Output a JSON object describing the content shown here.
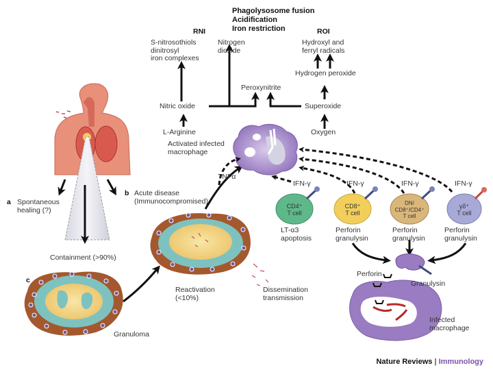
{
  "header": {
    "top_notes": [
      "Phagolysosome fusion",
      "Acidification",
      "Iron restriction"
    ],
    "rni_label": "RNI",
    "roi_label": "ROI"
  },
  "rni": {
    "products_1": [
      "S-nitrosothiols",
      "dinitrosyl",
      "iron complexes"
    ],
    "products_2": [
      "Nitrogen",
      "dioxide"
    ],
    "peroxynitrite": "Peroxynitrite",
    "nitric_oxide": "Nitric oxide",
    "l_arginine": "L-Arginine"
  },
  "roi": {
    "products": [
      "Hydroxyl and",
      "ferryl radicals"
    ],
    "hydrogen_peroxide": "Hydrogen peroxide",
    "superoxide": "Superoxide",
    "oxygen": "Oxygen"
  },
  "macrophage": {
    "label": [
      "Activated infected",
      "macrophage"
    ],
    "tnf": "TNFα"
  },
  "outcomes": {
    "a_letter": "a",
    "a_text": [
      "Spontaneous",
      "healing (?)"
    ],
    "b_letter": "b",
    "b_text": [
      "Acute disease",
      "(Immunocompromised)"
    ],
    "containment": "Containment (>90%)",
    "c_letter": "c",
    "granuloma": "Granuloma",
    "reactivation": [
      "Reactivation",
      "(<10%)"
    ],
    "dissemination": [
      "Dissemination",
      "transmission"
    ]
  },
  "t_cells": [
    {
      "ifn": "IFN-γ",
      "name": [
        "CD4⁺",
        "T cell"
      ],
      "effector": [
        "LT-α3",
        "apoptosis"
      ],
      "color": "#5fb88a"
    },
    {
      "ifn": "IFN-γ",
      "name": [
        "CD8⁺",
        "T cell"
      ],
      "effector": [
        "Perforin",
        "granulysin"
      ],
      "color": "#f2cf5b"
    },
    {
      "ifn": "IFN-γ",
      "name": [
        "DN/",
        "CD8⁺/CD4⁺",
        "T cell"
      ],
      "effector": [
        "Perforin",
        "granulysin"
      ],
      "color": "#d9b67a"
    },
    {
      "ifn": "IFN-γ",
      "name": [
        "γδ⁺",
        "T cell"
      ],
      "effector": [
        "Perforin",
        "granulysin"
      ],
      "color": "#a7a9d6"
    }
  ],
  "killing": {
    "perforin": "Perforin",
    "granulysin": "Granulysin",
    "infected_macrophage": [
      "Infected",
      "macrophage"
    ]
  },
  "footer": {
    "journal": "Nature Reviews",
    "separator": "|",
    "section": "Immunology",
    "section_color": "#7a55a8"
  }
}
